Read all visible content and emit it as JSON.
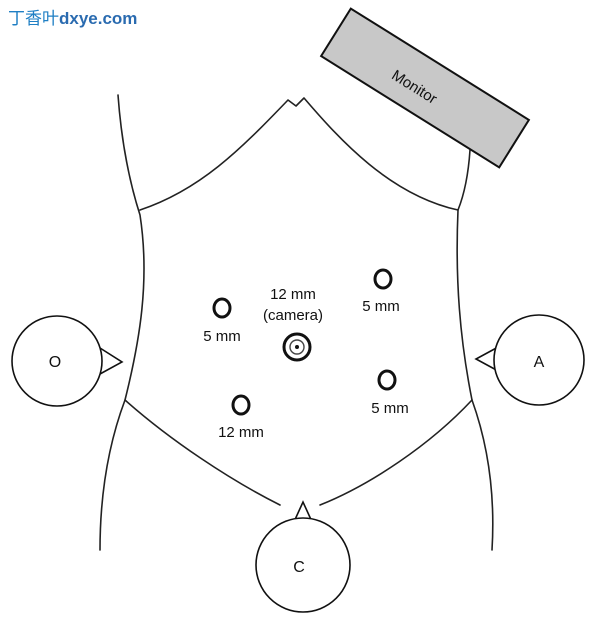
{
  "watermark": {
    "cjk": "丁香叶",
    "domain": "dxye.com"
  },
  "monitor": {
    "label": "Monitor",
    "fill": "#c8c8c8"
  },
  "positions": {
    "left": "O",
    "right": "A",
    "bottom": "C"
  },
  "ports": {
    "camera_size": "12 mm",
    "camera_note": "(camera)",
    "left_upper": "5 mm",
    "right_upper": "5 mm",
    "right_lower": "5 mm",
    "left_lower": "12 mm"
  }
}
